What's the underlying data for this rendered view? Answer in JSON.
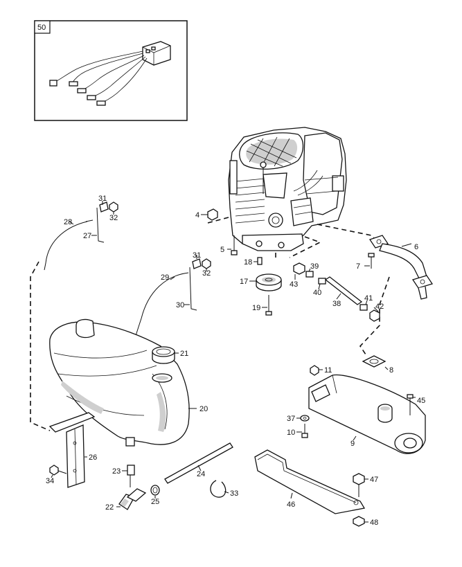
{
  "callouts": {
    "c50": "50",
    "c28": "28",
    "c31a": "31",
    "c32a": "32",
    "c27": "27",
    "c4": "4",
    "c5": "5",
    "c18": "18",
    "c17": "17",
    "c19": "19",
    "c39": "39",
    "c43": "43",
    "c40": "40",
    "c38": "38",
    "c41": "41",
    "c42": "42",
    "c6": "6",
    "c7": "7",
    "c29": "29",
    "c31b": "31",
    "c32b": "32",
    "c30": "30",
    "c21": "21",
    "c20": "20",
    "c8": "8",
    "c11": "11",
    "c45": "45",
    "c37": "37",
    "c10": "10",
    "c9": "9",
    "c26": "26",
    "c34": "34",
    "c23": "23",
    "c24": "24",
    "c25": "25",
    "c22": "22",
    "c33": "33",
    "c46": "46",
    "c47": "47",
    "c48": "48"
  },
  "colors": {
    "line": "#111111",
    "background": "#ffffff",
    "shade": "#cfcfcf"
  }
}
